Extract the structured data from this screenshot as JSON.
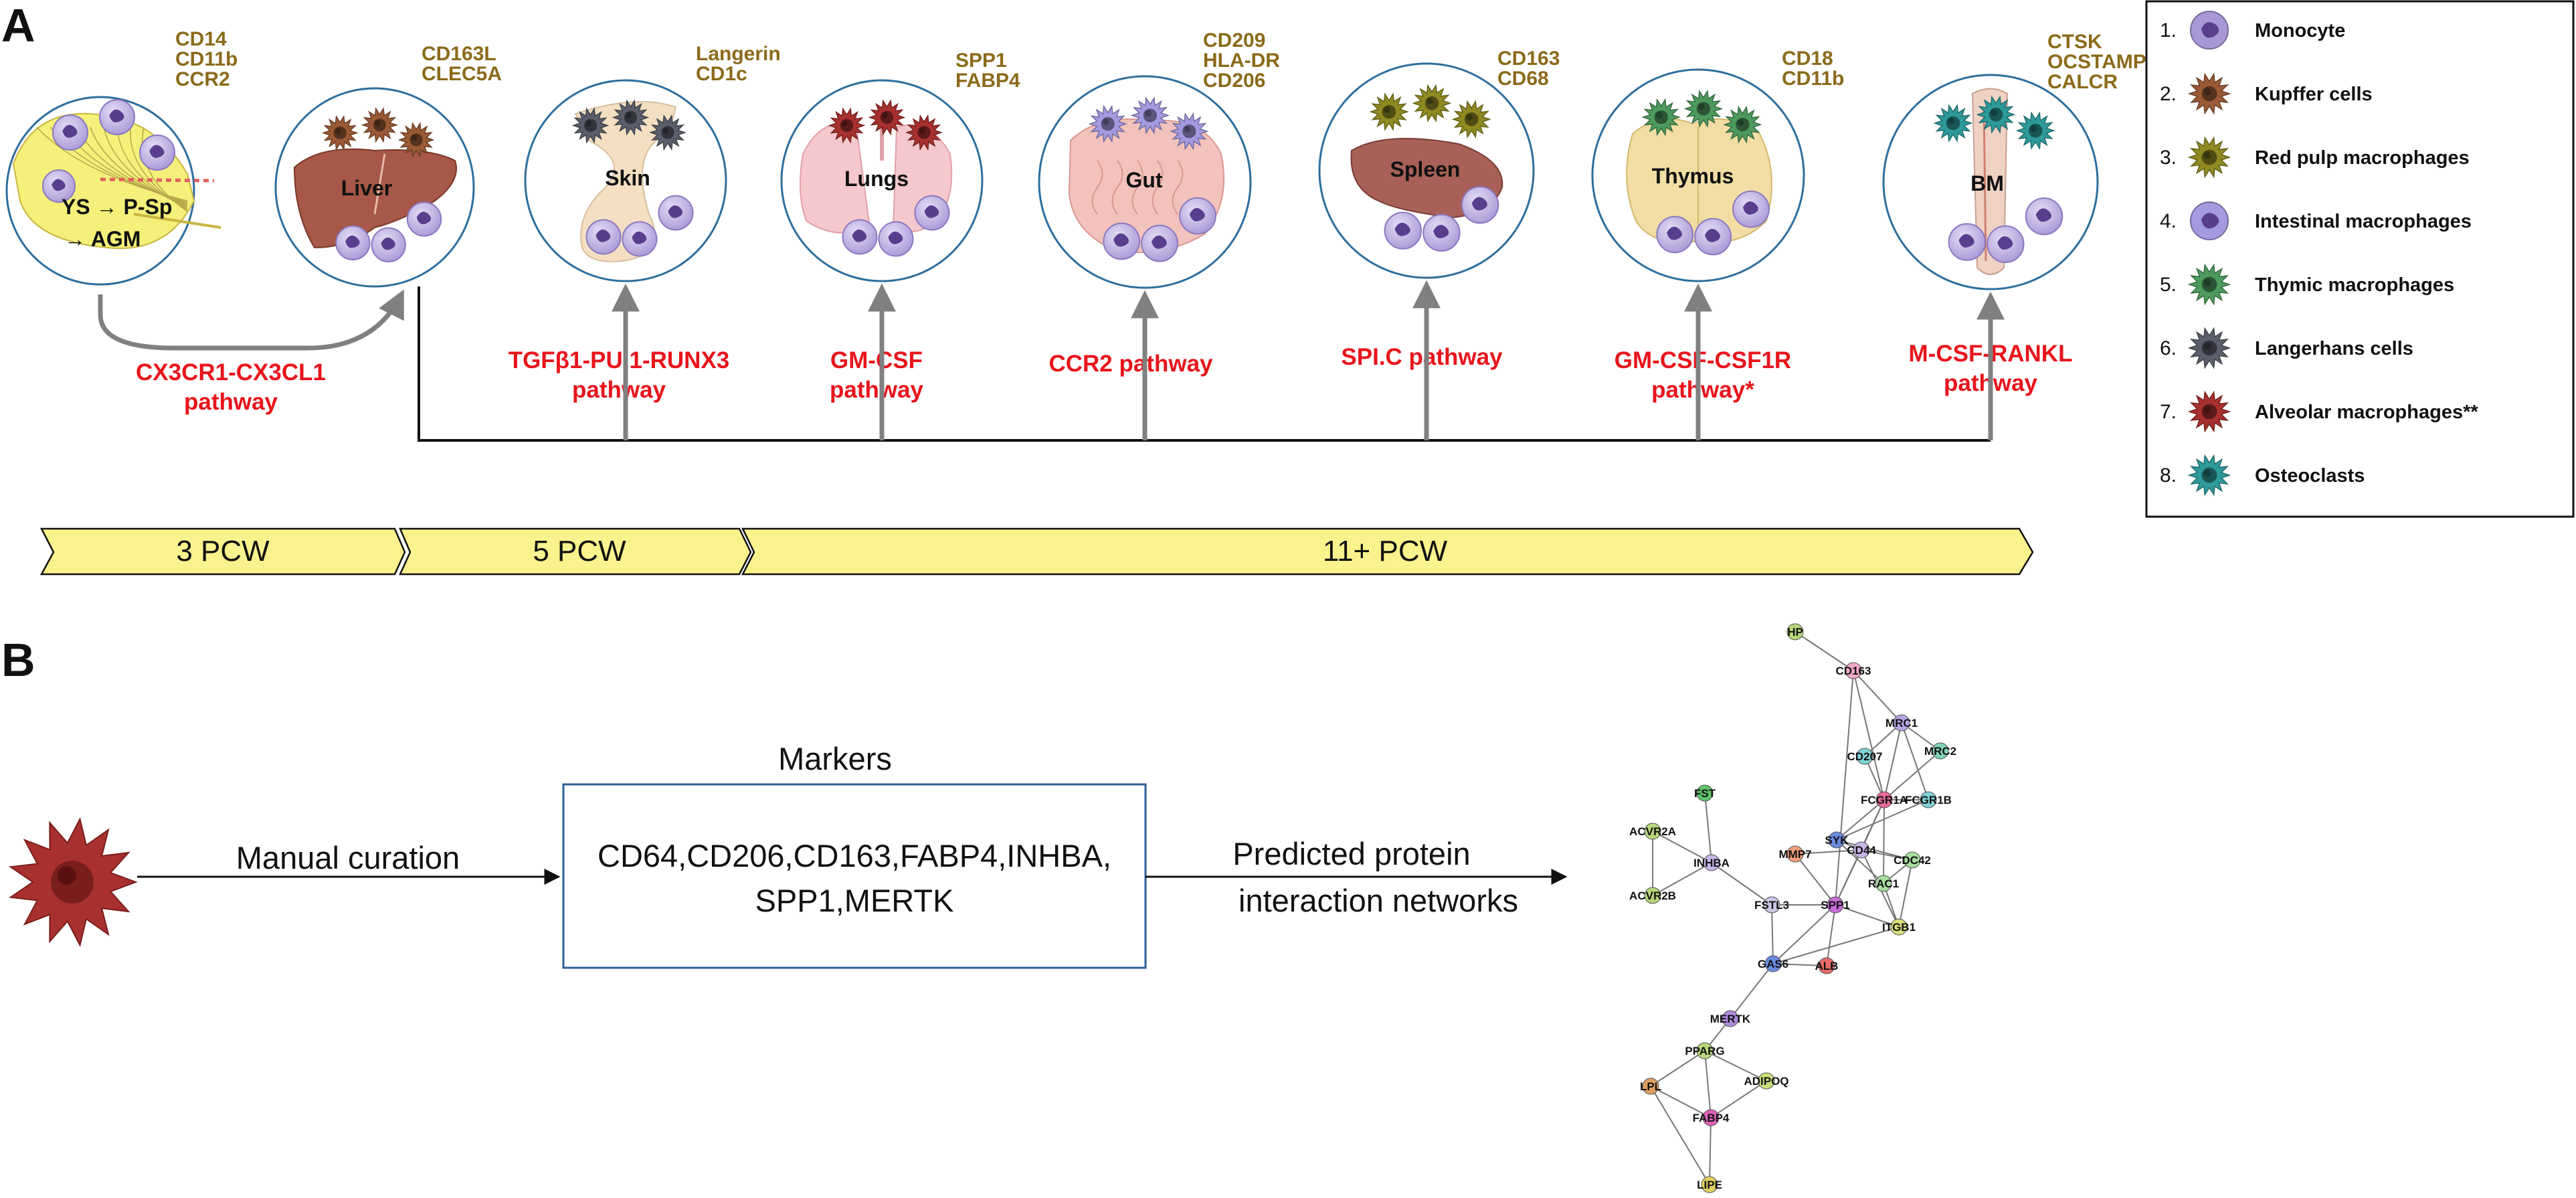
{
  "panels": {
    "a": "A",
    "b": "B"
  },
  "sites": [
    {
      "key": "ys",
      "label": "",
      "sublabel_1": "YS",
      "sublabel_2": "P-Sp",
      "sublabel_3": "AGM",
      "markers": [
        "CD14",
        "CD11b",
        "CCR2"
      ],
      "pathway": []
    },
    {
      "key": "liver",
      "label": "Liver",
      "markers": [
        "CD163L",
        "CLEC5A"
      ],
      "pathway": [
        "CX3CR1-CX3CL1",
        "pathway"
      ]
    },
    {
      "key": "skin",
      "label": "Skin",
      "markers": [
        "Langerin",
        "CD1c"
      ],
      "pathway": [
        "TGFβ1-PU.1-RUNX3",
        "pathway"
      ]
    },
    {
      "key": "lungs",
      "label": "Lungs",
      "markers": [
        "SPP1",
        "FABP4"
      ],
      "pathway": [
        "GM-CSF",
        "pathway"
      ]
    },
    {
      "key": "gut",
      "label": "Gut",
      "markers": [
        "CD209",
        "HLA-DR",
        "CD206"
      ],
      "pathway": [
        "CCR2 pathway"
      ]
    },
    {
      "key": "spleen",
      "label": "Spleen",
      "markers": [
        "CD163",
        "CD68"
      ],
      "pathway": [
        "SPI.C pathway"
      ]
    },
    {
      "key": "thymus",
      "label": "Thymus",
      "markers": [
        "CD18",
        "CD11b"
      ],
      "pathway": [
        "GM-CSF-CSF1R",
        "pathway*"
      ]
    },
    {
      "key": "bm",
      "label": "BM",
      "markers": [
        "CTSK",
        "OCSTAMP",
        "CALCR"
      ],
      "pathway": [
        "M-CSF-RANKL",
        "pathway"
      ]
    }
  ],
  "legend": [
    {
      "n": "1.",
      "label": "Monocyte",
      "color": "#A998D6"
    },
    {
      "n": "2.",
      "label": "Kupffer cells",
      "color": "#9A5A35"
    },
    {
      "n": "3.",
      "label": "Red pulp macrophages",
      "color": "#8F8A22"
    },
    {
      "n": "4.",
      "label": "Intestinal macrophages",
      "color": "#A49AE0"
    },
    {
      "n": "5.",
      "label": "Thymic macrophages",
      "color": "#4E9A5E"
    },
    {
      "n": "6.",
      "label": "Langerhans cells",
      "color": "#5C5F6B"
    },
    {
      "n": "7.",
      "label": "Alveolar macrophages**",
      "color": "#A8302E"
    },
    {
      "n": "8.",
      "label": "Osteoclasts",
      "color": "#2E9A9A"
    }
  ],
  "timeline": [
    "3 PCW",
    "5 PCW",
    "11+ PCW"
  ],
  "flow": {
    "curation": "Manual curation",
    "markers_title": "Markers",
    "markers_line1": "CD64,CD206,CD163,FABP4,INHBA,",
    "markers_line2": "SPP1,MERTK",
    "predicted_line1": "Predicted protein",
    "predicted_line2": "interaction networks"
  },
  "network": {
    "nodes": [
      {
        "id": "HP",
        "color": "#B7D77A"
      },
      {
        "id": "CD163",
        "color": "#F2A7C8"
      },
      {
        "id": "MRC1",
        "color": "#B9A6E6"
      },
      {
        "id": "CD207",
        "color": "#7FD3D8"
      },
      {
        "id": "MRC2",
        "color": "#7FD3B8"
      },
      {
        "id": "FCGR1A",
        "color": "#E86A9A"
      },
      {
        "id": "FCGR1B",
        "color": "#7FD3D8"
      },
      {
        "id": "FST",
        "color": "#5CC46A"
      },
      {
        "id": "ACVR2A",
        "color": "#B7D77A"
      },
      {
        "id": "INHBA",
        "color": "#C9B6E8"
      },
      {
        "id": "MMP7",
        "color": "#F2A07A"
      },
      {
        "id": "SYK",
        "color": "#6A8AE0"
      },
      {
        "id": "CD44",
        "color": "#C9B6E8"
      },
      {
        "id": "CDC42",
        "color": "#A8DCA0"
      },
      {
        "id": "RAC1",
        "color": "#A8DCA0"
      },
      {
        "id": "ACVR2B",
        "color": "#B7D77A"
      },
      {
        "id": "FSTL3",
        "color": "#C9C6E0"
      },
      {
        "id": "SPP1",
        "color": "#C86AD8"
      },
      {
        "id": "ITGB1",
        "color": "#D9E07A"
      },
      {
        "id": "GAS6",
        "color": "#6A8AE0"
      },
      {
        "id": "ALB",
        "color": "#E86A6A"
      },
      {
        "id": "MERTK",
        "color": "#B08AE0"
      },
      {
        "id": "PPARG",
        "color": "#B7D77A"
      },
      {
        "id": "ADIPOQ",
        "color": "#C9E07A"
      },
      {
        "id": "LPL",
        "color": "#E0A060"
      },
      {
        "id": "FABP4",
        "color": "#E060B8"
      },
      {
        "id": "LIPE",
        "color": "#E0D060"
      }
    ],
    "edges": [
      [
        "HP",
        "CD163"
      ],
      [
        "CD163",
        "MRC1"
      ],
      [
        "MRC1",
        "CD207"
      ],
      [
        "MRC1",
        "MRC2"
      ],
      [
        "MRC1",
        "FCGR1A"
      ],
      [
        "MRC1",
        "FCGR1B"
      ],
      [
        "MRC2",
        "FCGR1A"
      ],
      [
        "CD207",
        "FCGR1A"
      ],
      [
        "CD163",
        "FCGR1A"
      ],
      [
        "FCGR1A",
        "FCGR1B"
      ],
      [
        "FCGR1A",
        "SYK"
      ],
      [
        "FCGR1A",
        "CD44"
      ],
      [
        "FCGR1A",
        "RAC1"
      ],
      [
        "FCGR1A",
        "SPP1"
      ],
      [
        "FCGR1B",
        "SYK"
      ],
      [
        "SYK",
        "CD44"
      ],
      [
        "SYK",
        "RAC1"
      ],
      [
        "SYK",
        "CDC42"
      ],
      [
        "CD44",
        "SPP1"
      ],
      [
        "CD44",
        "CDC42"
      ],
      [
        "CD44",
        "ITGB1"
      ],
      [
        "CD44",
        "MMP7"
      ],
      [
        "CDC42",
        "RAC1"
      ],
      [
        "RAC1",
        "ITGB1"
      ],
      [
        "CDC42",
        "ITGB1"
      ],
      [
        "SPP1",
        "ITGB1"
      ],
      [
        "SPP1",
        "MMP7"
      ],
      [
        "SPP1",
        "FSTL3"
      ],
      [
        "SPP1",
        "ALB"
      ],
      [
        "SPP1",
        "GAS6"
      ],
      [
        "ITGB1",
        "GAS6"
      ],
      [
        "ALB",
        "GAS6"
      ],
      [
        "FST",
        "INHBA"
      ],
      [
        "ACVR2A",
        "INHBA"
      ],
      [
        "ACVR2B",
        "INHBA"
      ],
      [
        "ACVR2A",
        "ACVR2B"
      ],
      [
        "INHBA",
        "FSTL3"
      ],
      [
        "FSTL3",
        "GAS6"
      ],
      [
        "GAS6",
        "MERTK"
      ],
      [
        "SPP1",
        "CD163"
      ],
      [
        "MERTK",
        "PPARG"
      ],
      [
        "PPARG",
        "ADIPOQ"
      ],
      [
        "PPARG",
        "LPL"
      ],
      [
        "PPARG",
        "FABP4"
      ],
      [
        "LPL",
        "FABP4"
      ],
      [
        "ADIPOQ",
        "FABP4"
      ],
      [
        "FABP4",
        "LIPE"
      ],
      [
        "LPL",
        "LIPE"
      ]
    ]
  }
}
